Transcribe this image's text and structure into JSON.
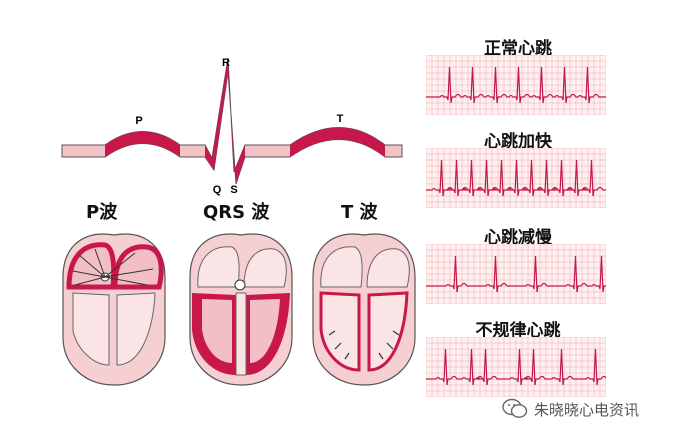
{
  "ecg_wave": {
    "peak_labels": {
      "p": "P",
      "q": "Q",
      "r": "R",
      "s": "S",
      "t": "T"
    }
  },
  "phases": [
    {
      "label": "P波"
    },
    {
      "label": "QRS 波"
    },
    {
      "label": "T 波"
    }
  ],
  "rhythms": [
    {
      "title": "正常心跳"
    },
    {
      "title": "心跳加快"
    },
    {
      "title": "心跳减慢"
    },
    {
      "title": "不规律心跳"
    }
  ],
  "watermark": {
    "text": "朱晓晓心电资讯",
    "icon": "wechat-icon"
  },
  "colors": {
    "myocardium": "#c8174a",
    "heart_fill": "#f6cfd3",
    "heart_outline": "#555555",
    "strip_bg": "#fdf0ee",
    "strip_grid": "#f0a8b4",
    "strip_trace": "#c3184a",
    "band_fill": "#f4c3c7"
  }
}
